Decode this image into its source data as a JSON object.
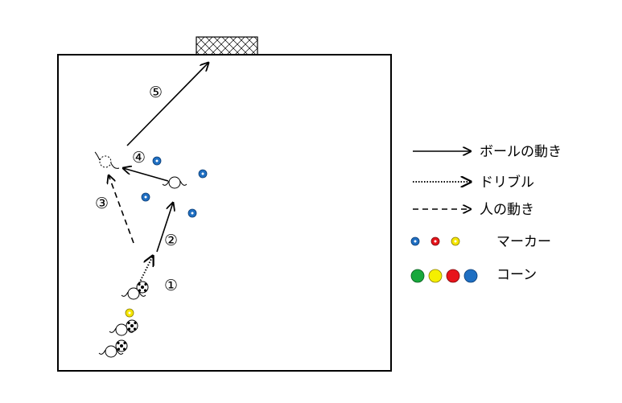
{
  "step_labels": {
    "s1": "①",
    "s2": "②",
    "s3": "③",
    "s4": "④",
    "s5": "⑤"
  },
  "legend": {
    "ball_movement": "ボールの動き",
    "dribble": "ドリブル",
    "player_movement": "人の動き",
    "marker": "マーカー",
    "cone": "コーン"
  },
  "colors": {
    "marker_blue": "#1f6fc2",
    "marker_red": "#e5141b",
    "marker_yellow": "#f5e600",
    "cone_green": "#18a83c",
    "cone_yellow": "#f5ef00",
    "cone_red": "#e8141b",
    "cone_blue": "#1f6fc2"
  },
  "icons": [
    "soccer-ball-icon",
    "player-icon",
    "goal-net-icon",
    "marker-icon",
    "cone-icon"
  ]
}
